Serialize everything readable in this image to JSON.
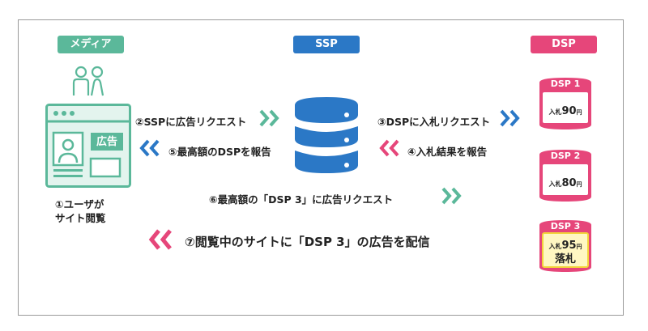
{
  "colors": {
    "green": "#5bb89a",
    "blue": "#2b78c6",
    "pink": "#e6467a",
    "light_green": "#e3f4ee"
  },
  "badges": {
    "media": "メディア",
    "ssp": "SSP",
    "dsp": "DSP"
  },
  "media": {
    "ad_label": "広告",
    "caption_line1": "①ユーザが",
    "caption_line2": "サイト閲覧"
  },
  "steps": {
    "s2": "②SSPに広告リクエスト",
    "s3": "③DSPに入札リクエスト",
    "s4": "④入札結果を報告",
    "s5": "⑤最高額のDSPを報告",
    "s6": "⑥最高額の「DSP 3」に広告リクエスト",
    "s7": "⑦閲覧中のサイトに「DSP 3」の広告を配信"
  },
  "dsps": [
    {
      "name": "DSP 1",
      "bid_prefix": "入札",
      "amount": "90",
      "unit": "円",
      "winner_label": ""
    },
    {
      "name": "DSP 2",
      "bid_prefix": "入札",
      "amount": "80",
      "unit": "円",
      "winner_label": ""
    },
    {
      "name": "DSP 3",
      "bid_prefix": "入札",
      "amount": "95",
      "unit": "円",
      "winner_label": "落札"
    }
  ]
}
